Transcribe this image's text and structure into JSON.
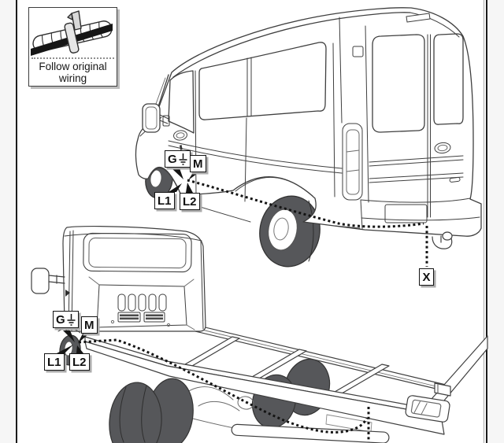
{
  "colors": {
    "outline": "#3f3f3f",
    "light_line": "#6a6a6a",
    "tire": "#56575a",
    "dotted_line": "#141414",
    "page_border": "#1b1b1b",
    "label_shadow": "#ababab"
  },
  "inset": {
    "icon": "cable-tie-securing-cable-to-original-loom-icon",
    "caption": "Follow original wiring"
  },
  "van": {
    "description": "panel van rear three-quarter view with wiring route from front sill to rear bumper",
    "labels": {
      "g": "G",
      "m": "M",
      "l1": "L1",
      "l2": "L2",
      "x": "X"
    }
  },
  "chassis_cab": {
    "description": "chassis cab rear three-quarter view with wiring route along left chassis rail",
    "labels": {
      "g": "G",
      "m": "M",
      "l1": "L1",
      "l2": "L2"
    }
  }
}
